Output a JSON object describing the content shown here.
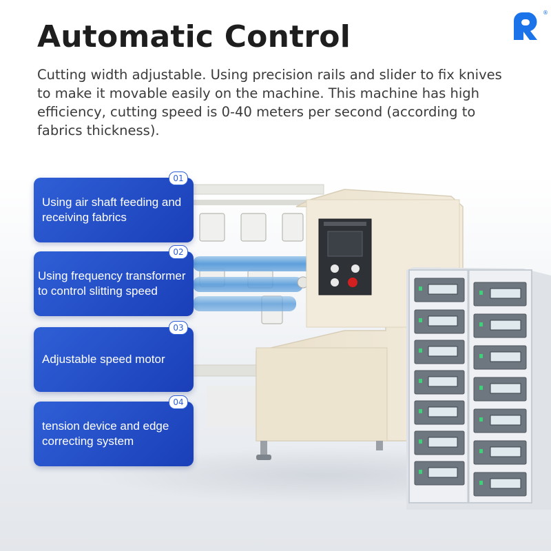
{
  "header": {
    "title": "Automatic Control",
    "description": "Cutting width adjustable. Using precision rails and slider to fix knives to make it movable easily on the machine. This machine has high efficiency, cutting speed is 0-40 meters per second (according to fabrics thickness)."
  },
  "brand": {
    "logo_letter": "R",
    "registered_mark": "®",
    "color": "#1a73e8"
  },
  "features": [
    {
      "number": "01",
      "text": "Using air shaft feeding and receiving fabrics"
    },
    {
      "number": "02",
      "text": "Using frequency transformer to control slitting speed"
    },
    {
      "number": "03",
      "text": "Adjustable speed motor"
    },
    {
      "number": "04",
      "text": "tension device and edge correcting system"
    }
  ],
  "colors": {
    "card": "#2449c9",
    "machine_body": "#efe6d3",
    "rack": "#e4e7ec"
  }
}
